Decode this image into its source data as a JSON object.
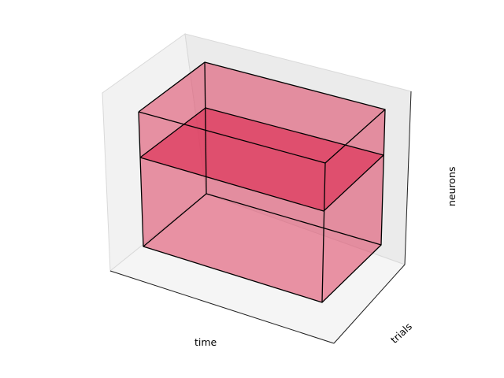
{
  "axes": {
    "x_label": "time",
    "y_label": "trials",
    "z_label": "neurons"
  },
  "colors": {
    "pane_left": "#f2f2f2",
    "pane_back": "#ebebeb",
    "pane_floor": "#f5f5f5",
    "pane_edge": "#d9d9d9",
    "axis_line": "#222222",
    "box_fill": "#e0506e",
    "box_fill_opacity": 0.68,
    "slice_fill": "#dc2a50",
    "slice_fill_opacity": 0.72,
    "edge": "#000000"
  }
}
